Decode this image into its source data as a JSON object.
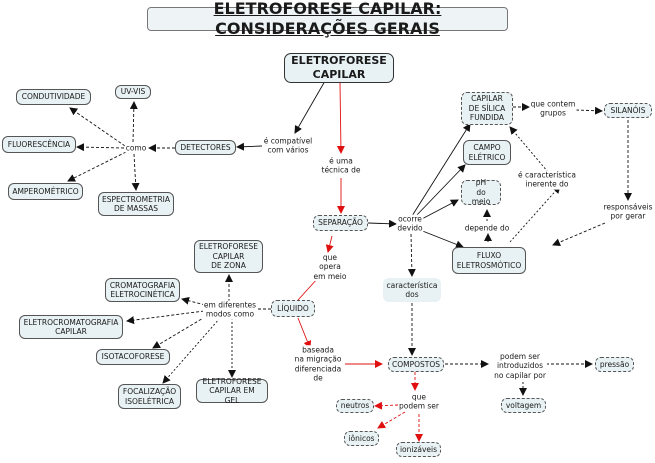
{
  "title": "ELETROFORESE CAPILAR: CONSIDERAÇÕES GERAIS",
  "colors": {
    "node_fill": "#e8f1f3",
    "border": "#555555",
    "red_link": "#e01010",
    "black_link": "#111111"
  },
  "nodes": {
    "main": "ELETROFORESE\nCAPILAR",
    "detectores": "DETECTORES",
    "condutividade": "CONDUTIVIDADE",
    "uvvis": "UV-VIS",
    "fluorescencia": "FLUORESCÊNCIA",
    "amperometrico": "AMPEROMÉTRICO",
    "espectrometria": "ESPECTROMETRIA\nDE MASSAS",
    "separacao": "SEPARAÇÃO",
    "capilar_silica": "CAPILAR\nDE SÍLICA\nFUNDIDA",
    "silanois": "SILANÓIS",
    "campo_eletrico": "CAMPO\nELÉTRICO",
    "ph": "pH\ndo meio",
    "fluxo": "FLUXO\nELETROSMÓTICO",
    "caracteristica_dos": "característica\ndos",
    "liquido": "LÍQUIDO",
    "ecz": "ELETROFORESE\nCAPILAR\nDE ZONA",
    "cromatografia": "CROMATOGRAFIA\nELETROCINÉTICA",
    "eletrocromatografia": "ELETROCROMATOGRAFIA\nCAPILAR",
    "isotacoforese": "ISOTACOFORESE",
    "focalizacao": "FOCALIZAÇÃO\nISOELÉTRICA",
    "gel": "ELETROFORESE\nCAPILAR EM GEL",
    "compostos": "COMPOSTOS",
    "pressao": "pressão",
    "voltagem": "voltagem",
    "neutros": "neutros",
    "ionicos": "iônicos",
    "ionizaveis": "ionizáveis"
  },
  "labels": {
    "compativel": "é compatível\ncom vários",
    "como": "como",
    "tecnica": "é uma\ntécnica de",
    "ocorre": "ocorre\ndevido",
    "contem": "que contem\ngrupos",
    "inerente": "é característica\ninerente do",
    "responsaveis": "responsáveis\npor gerar",
    "depende": "depende do",
    "opera": "que\nopera\nem meio",
    "modos": "em diferentes\nmodos como",
    "baseada": "baseada\nna migração\ndiferenciada\nde",
    "introduzidos": "podem ser\nintroduzidos\nno capilar por",
    "podem_ser": "que\npodem ser"
  }
}
